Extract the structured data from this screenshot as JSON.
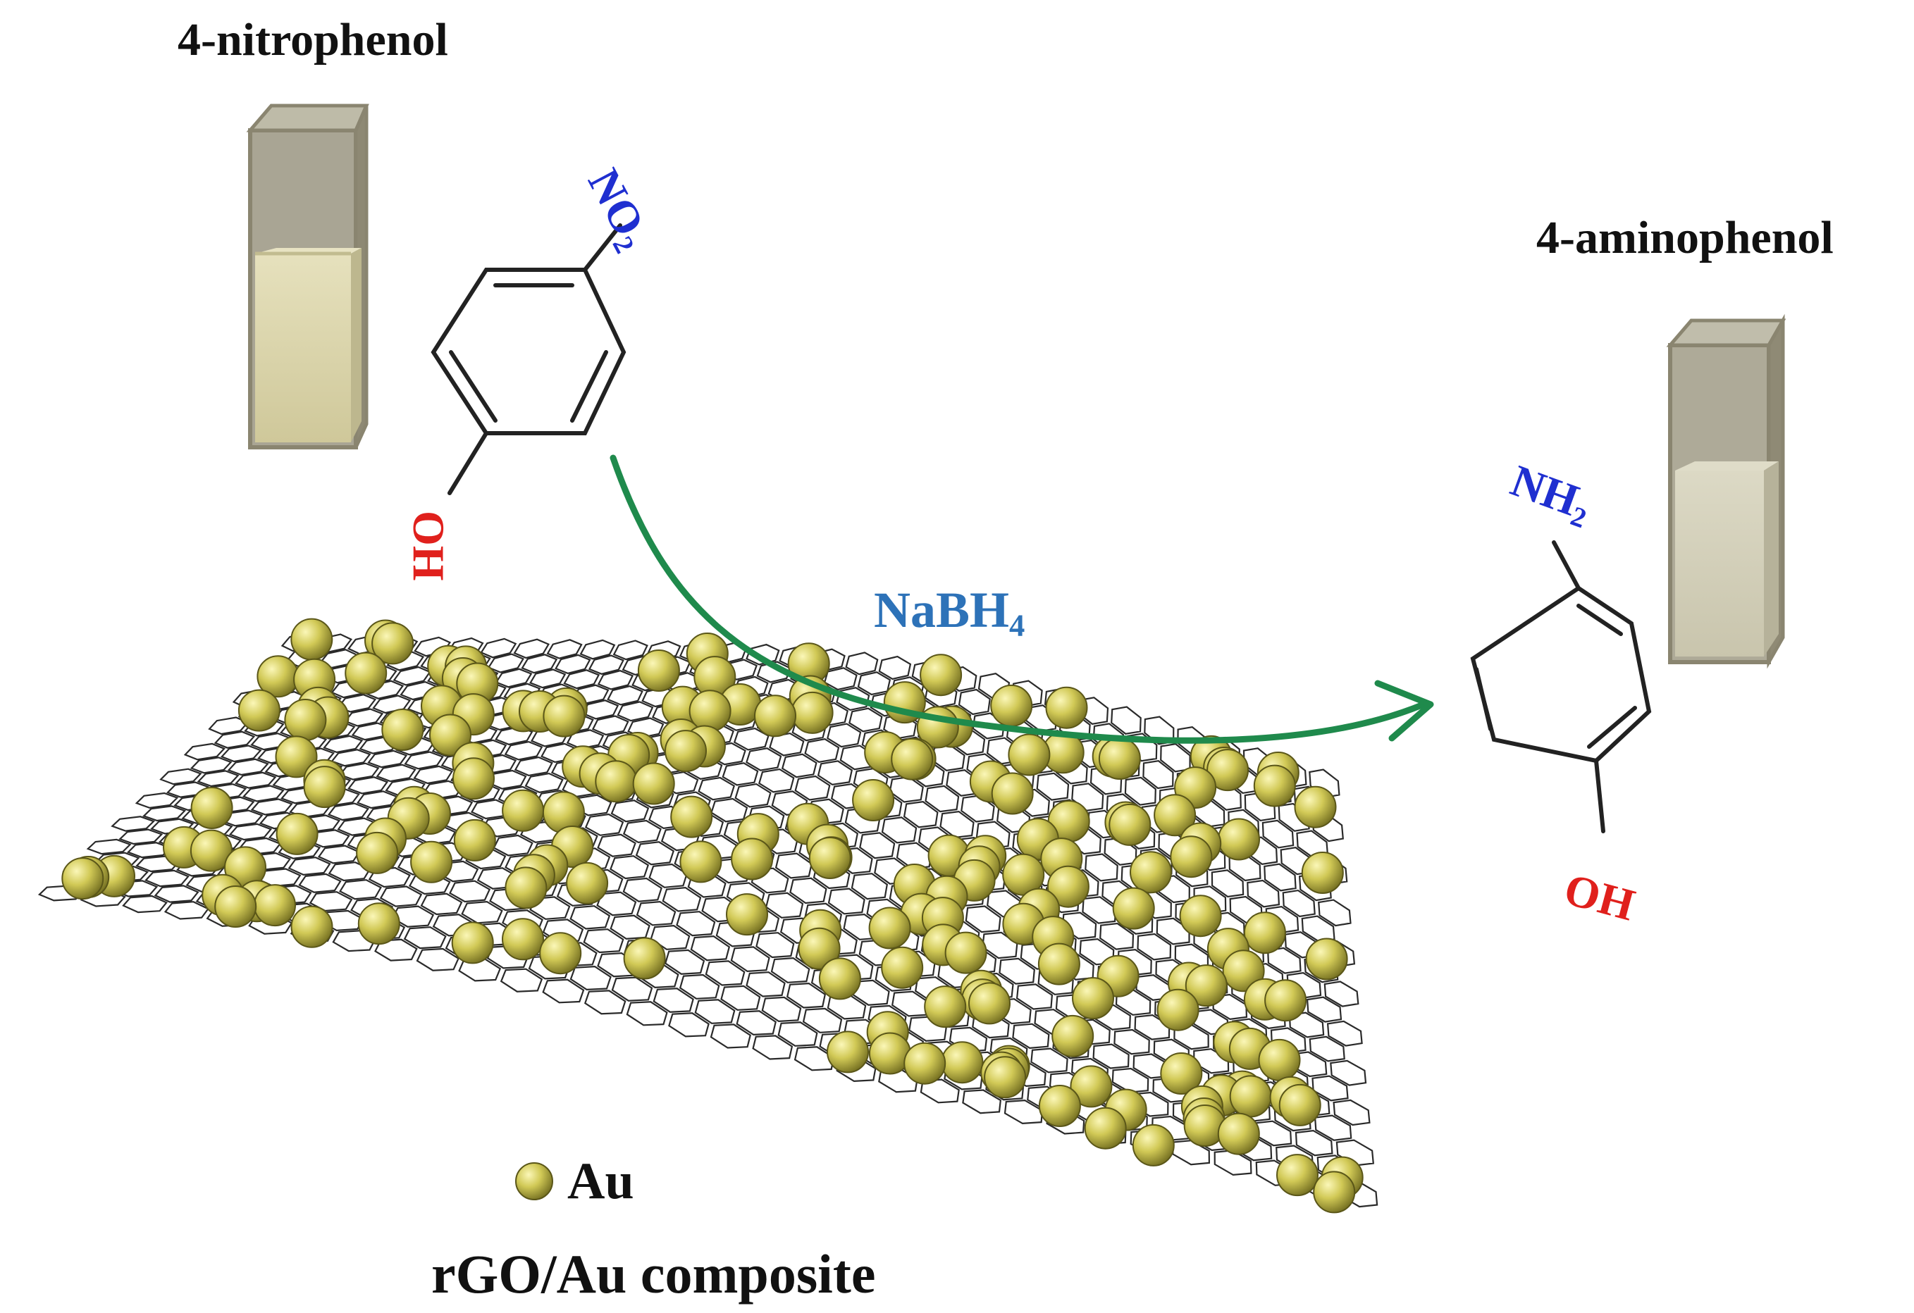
{
  "labels": {
    "reactant_name": "4-nitrophenol",
    "product_name": "4-aminophenol",
    "reducing_agent": {
      "main": "NaBH",
      "sub": "4"
    },
    "reactant_group_top": {
      "main": "NO",
      "sub": "2"
    },
    "reactant_group_bottom": "OH",
    "product_group_top": {
      "main": "NH",
      "sub": "2"
    },
    "product_group_bottom": "OH",
    "legend_item": "Au",
    "composite_name": "rGO/Au composite"
  },
  "colors": {
    "nitro_blue": "#1f2fd0",
    "amine_blue": "#1f2fd0",
    "hydroxyl_red": "#e0201c",
    "reagent_blue": "#2d72b8",
    "arrow_green": "#1f8a4c",
    "gold_particle": "#c9c24a",
    "graphene_line": "#2a2a2a",
    "cuvette_reactant_liquid": "#d7d1a7",
    "cuvette_product_liquid": "#d3d0bb"
  },
  "icons": {
    "reactant_cuvette": "cuvette-icon",
    "product_cuvette": "cuvette-icon",
    "gold_nanoparticle": "sphere-icon",
    "graphene_sheet": "hexagonal-lattice-icon"
  }
}
